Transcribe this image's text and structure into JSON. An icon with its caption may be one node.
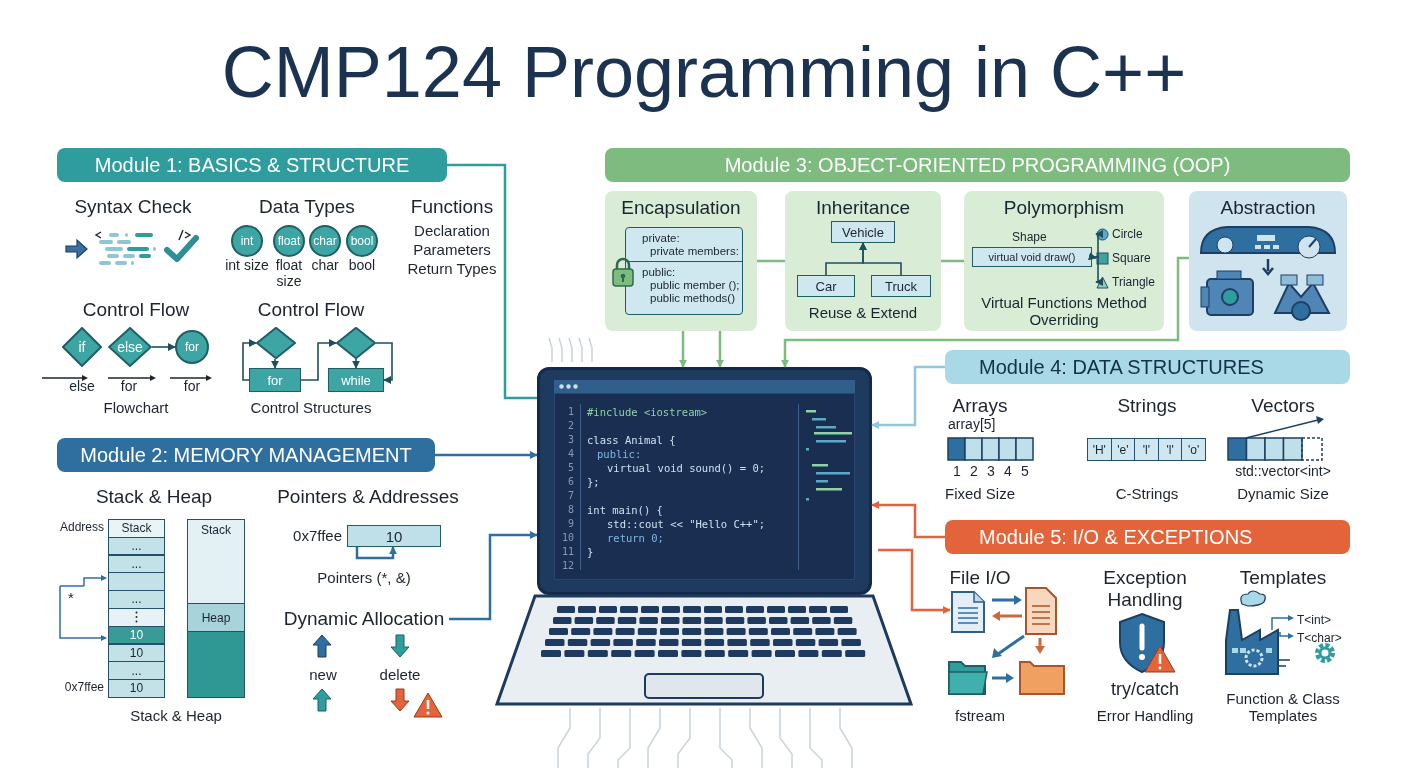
{
  "diagram": {
    "title": "CMP124 Programming in C++",
    "nodes": [
      {
        "text": [
          "Module 1: BASICS & STRUCTURE"
        ]
      },
      {
        "text": [
          "int"
        ]
      },
      {
        "text": [
          "float"
        ]
      },
      {
        "text": [
          "char"
        ]
      },
      {
        "text": [
          "bool"
        ]
      },
      {
        "text": [
          "if"
        ]
      },
      {
        "text": [
          "else"
        ]
      },
      {
        "text": [
          "for"
        ]
      },
      {
        "text": [],
        "shape": "diamond"
      },
      {
        "text": [
          "for"
        ]
      },
      {
        "text": [],
        "shape": "diamond"
      },
      {
        "text": [
          "while"
        ]
      },
      {
        "text": [
          "Module 3: OBJECT-ORIENTED PROGRAMMING (OOP)"
        ]
      },
      {
        "text": [
          "Encapsulation"
        ]
      },
      {
        "text": [
          "private:",
          "private members:",
          "public:",
          "public member ();",
          "public methods()"
        ],
        "in": 13
      },
      {
        "text": [
          "Inheritance",
          "Reuse & Extend"
        ]
      },
      {
        "text": [
          "Vehicle"
        ],
        "in": 15
      },
      {
        "text": [
          "Car"
        ],
        "in": 15
      },
      {
        "text": [
          "Truck"
        ],
        "in": 15
      },
      {
        "text": [
          "Polymorphism",
          "Virtual Functions Method Overriding"
        ]
      },
      {
        "text": [
          "virtual void draw()"
        ],
        "beside": [
          "Shape"
        ],
        "in": 19
      },
      {
        "text": [
          "Circle"
        ],
        "in": 19
      },
      {
        "text": [
          "Square"
        ],
        "in": 19
      },
      {
        "text": [
          "Triangle"
        ],
        "in": 19
      },
      {
        "text": [
          "Abstraction"
        ]
      },
      {
        "text": [
          "Module 2: MEMORY MANAGEMENT"
        ]
      },
      {
        "text": [
          "10"
        ]
      },
      {
        "text": [
          "Dynamic Allocation"
        ]
      },
      {
        "text": [
          "#include <iostream>",
          "class Animal {",
          "public:",
          "virtual void sound() = 0;",
          "};",
          "int main() {",
          "std::cout << \"Hello C++\";",
          "return 0;",
          "}"
        ]
      },
      {
        "text": [
          "Module 4: DATA STRUCTURES"
        ]
      },
      {
        "text": [
          "Module 5: I/O & EXCEPTIONS"
        ]
      },
      {
        "text": [],
        "shape": "picture"
      }
    ],
    "edges": [
      {
        "from": 0,
        "to": 28,
        "arrow": "none",
        "color": "#2f9c9d"
      },
      {
        "from": 25,
        "to": 28,
        "arrow": "to",
        "color": "#2f6f9f"
      },
      {
        "from": 27,
        "to": 28,
        "arrow": "to",
        "color": "#2f6f9f"
      },
      {
        "from": 13,
        "to": 28,
        "arrow": "to",
        "color": "#7dbb7e"
      },
      {
        "from": 13,
        "to": 28,
        "arrow": "to",
        "color": "#7dbb7e"
      },
      {
        "from": 24,
        "to": 28,
        "arrow": "to",
        "color": "#7dbb7e"
      },
      {
        "from": 29,
        "to": 28,
        "arrow": "to",
        "color": "#8fc8dc"
      },
      {
        "from": 30,
        "to": 28,
        "arrow": "to",
        "color": "#e3643a"
      },
      {
        "from": 28,
        "to": 31,
        "arrow": "to",
        "color": "#e3643a"
      },
      {
        "from": 17,
        "to": 16,
        "arrow": "to"
      },
      {
        "from": 18,
        "to": 16,
        "arrow": "to"
      },
      {
        "from": 20,
        "to": 21,
        "arrow": "to"
      },
      {
        "from": 20,
        "to": 22,
        "arrow": "to"
      },
      {
        "from": 20,
        "to": 23,
        "arrow": "to"
      },
      {
        "from": 13,
        "to": 15,
        "arrow": "none",
        "color": "#7dbb7e"
      },
      {
        "from": 15,
        "to": 19,
        "arrow": "none",
        "color": "#7dbb7e"
      },
      {
        "from": 6,
        "to": 7,
        "arrow": "to"
      },
      {
        "from": 8,
        "to": 9,
        "arrow": "to"
      },
      {
        "from": 9,
        "to": 8,
        "arrow": "to"
      },
      {
        "from": 9,
        "to": 10,
        "arrow": "to"
      },
      {
        "from": 10,
        "to": 11,
        "arrow": "to"
      },
      {
        "from": 10,
        "to": 11,
        "arrow": "to"
      },
      {
        "from": 26,
        "to": 26,
        "arrow": "to",
        "color": "#2f6f9f"
      }
    ],
    "labels": [
      "Syntax Check",
      "Data Types",
      "int size",
      "float size",
      "char",
      "bool",
      "Functions",
      "Declaration",
      "Parameters",
      "Return Types",
      "Control Flow",
      "Control Flow",
      "else",
      "for",
      "for",
      "Flowchart",
      "Control Structures",
      "Stack & Heap",
      "Pointers & Addresses",
      "Address",
      "Stack",
      "...",
      "...",
      "...",
      "10",
      "10",
      "...",
      "0x7ffee",
      "10",
      "Stack",
      "Heap",
      "*",
      "Stack & Heap",
      "0x7ffee",
      "Pointers (*, &)",
      "new",
      "delete",
      "1",
      "2",
      "3",
      "4",
      "5",
      "6",
      "7",
      "8",
      "9",
      "10",
      "11",
      "12",
      "Arrays",
      "array[5]",
      "1",
      "2",
      "3",
      "4",
      "5",
      "Fixed Size",
      "Strings",
      "'H'",
      "'e'",
      "'l'",
      "'l'",
      "'o'",
      "C-Strings",
      "Vectors",
      "std::vector<int>",
      "Dynamic Size",
      "File I/O",
      "fstream",
      "Exception Handling",
      "try/catch",
      "Error Handling",
      "Templates",
      "T<int>",
      "T<char>",
      "Function & Class Templates"
    ]
  }
}
